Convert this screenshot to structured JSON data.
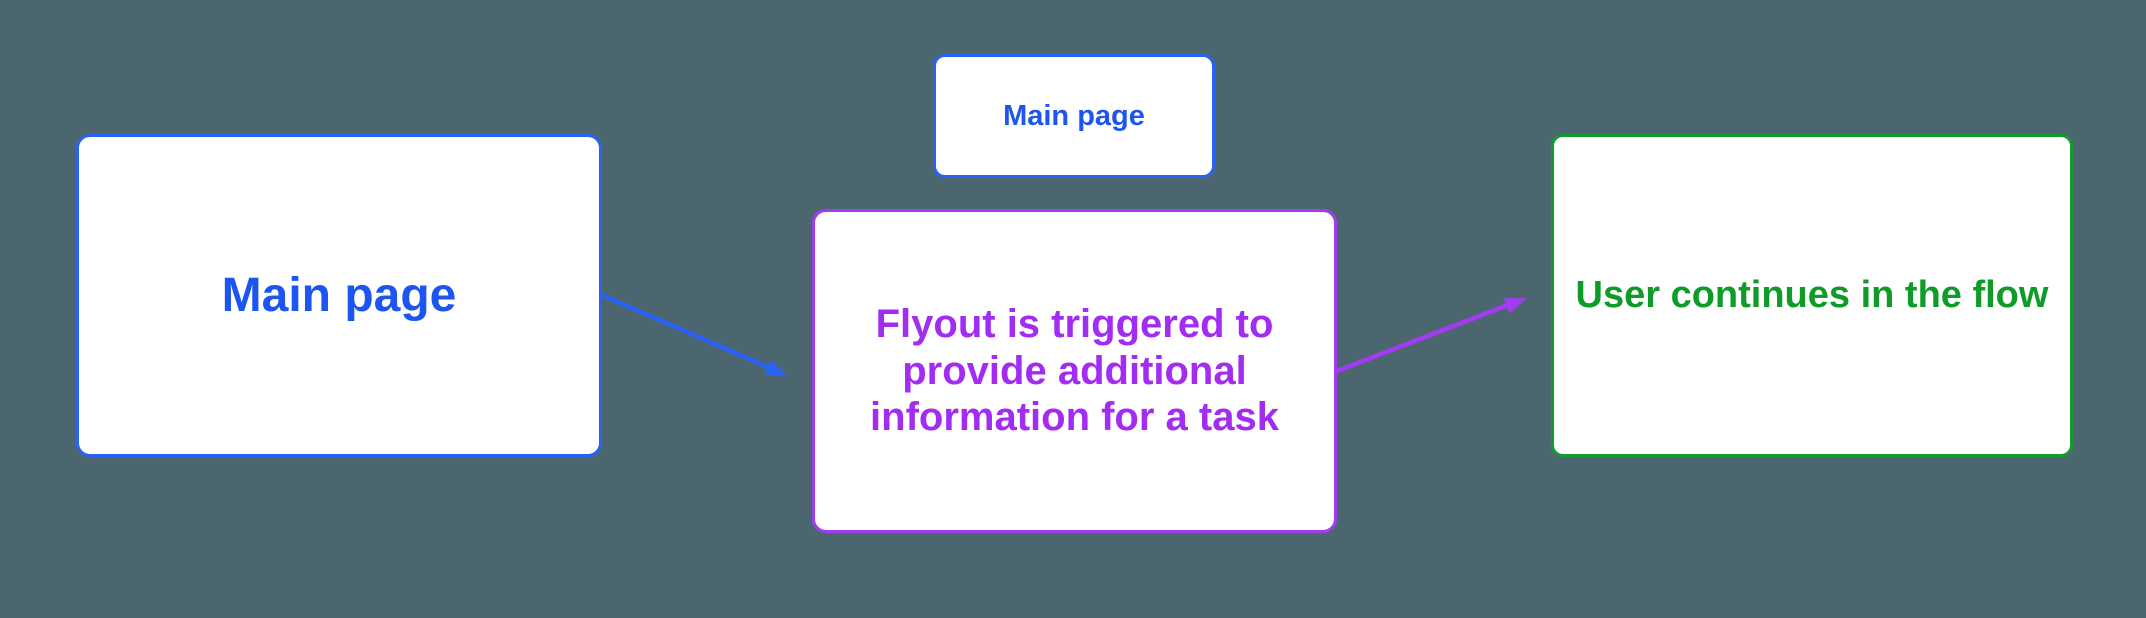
{
  "canvas": {
    "background": "#4C6670"
  },
  "nodes": {
    "main": {
      "label": "Main page",
      "text_color": "#1C55F0",
      "border_color": "#2A62F5",
      "fill": "#FFFFFF"
    },
    "main_small": {
      "label": "Main page",
      "text_color": "#1C55F0",
      "border_color": "#2A62F5",
      "fill": "#FFFFFF"
    },
    "flyout": {
      "lines": [
        "Flyout is triggered to",
        "provide additional",
        "information for a task"
      ],
      "text_color": "#A32CF2",
      "border_color": "#A43BF2",
      "fill": "#FFFFFF"
    },
    "continue": {
      "label": "User continues in the flow",
      "text_color": "#0E9B28",
      "border_color": "#149B30",
      "fill": "#FFFFFF"
    }
  },
  "edges": {
    "main_to_flyout": {
      "color": "#2A62F5"
    },
    "flyout_to_continue": {
      "color": "#A43BF2"
    }
  }
}
